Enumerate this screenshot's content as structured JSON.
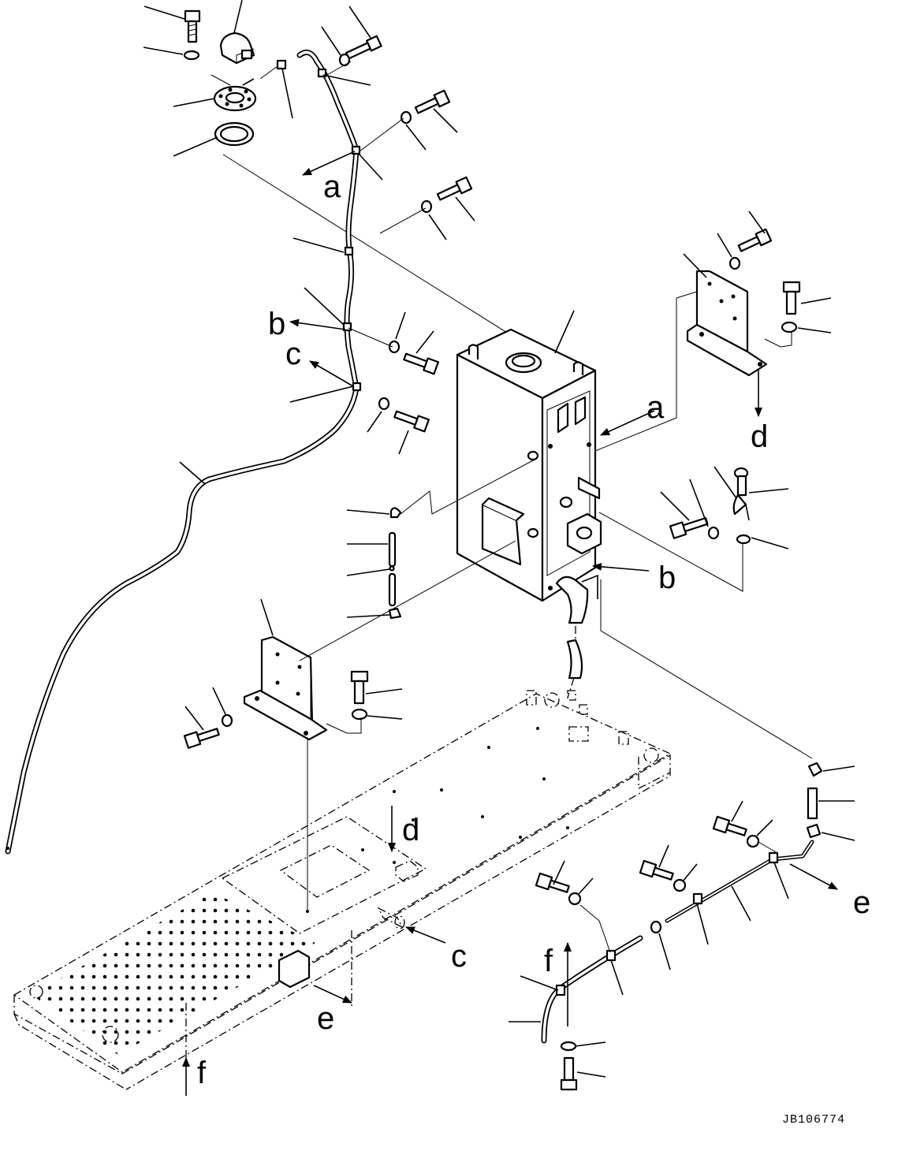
{
  "references": {
    "a": "a",
    "b": "b",
    "c": "c",
    "d": "d",
    "e": "e",
    "f": "f"
  },
  "drawing_code": "JB106774",
  "colors": {
    "line": "#000000",
    "background": "#ffffff"
  }
}
